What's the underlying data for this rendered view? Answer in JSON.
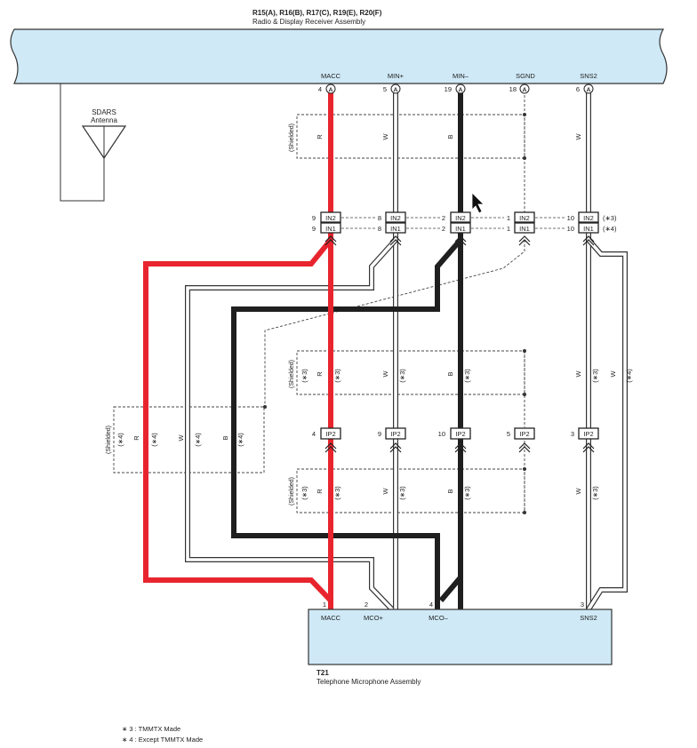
{
  "radio": {
    "codes": "R15(A), R16(B), R17(C), R19(E), R20(F)",
    "name": "Radio & Display Receiver Assembly",
    "pins": [
      {
        "label": "MACC",
        "num": "4",
        "tag": "A"
      },
      {
        "label": "MIN+",
        "num": "5",
        "tag": "A"
      },
      {
        "label": "MIN–",
        "num": "19",
        "tag": "A"
      },
      {
        "label": "SGND",
        "num": "18",
        "tag": "A"
      },
      {
        "label": "SNS2",
        "num": "6",
        "tag": "A"
      }
    ]
  },
  "antenna": {
    "line1": "SDARS",
    "line2": "Antenna"
  },
  "shielded": "(Shielded)",
  "wire_colors": {
    "red": "R",
    "white": "W",
    "black": "B"
  },
  "notes_marks": {
    "n3": "(∗3)",
    "n4": "(∗4)"
  },
  "conn_in": {
    "in2": "IN2",
    "in1": "IN1",
    "in2_pins": [
      "9",
      "8",
      "2",
      "1",
      "10"
    ],
    "in1_pins": [
      "9",
      "8",
      "2",
      "1",
      "10"
    ]
  },
  "conn_ip2": {
    "label": "IP2",
    "pins": [
      "4",
      "9",
      "10",
      "5",
      "3"
    ]
  },
  "phone": {
    "code": "T21",
    "name": "Telephone Microphone Assembly",
    "pins": [
      {
        "label": "MACC",
        "num": "1"
      },
      {
        "label": "MCO+",
        "num": "2"
      },
      {
        "label": "MCO–",
        "num": "4"
      },
      {
        "label": "SNS2",
        "num": "3"
      }
    ]
  },
  "footnotes": [
    "∗ 3 : TMMTX Made",
    "∗ 4 : Except TMMTX Made"
  ],
  "colors": {
    "red_wire": "#e8252e",
    "black_wire": "#1f1f1f",
    "assembly_fill": "#cfe9f7"
  }
}
